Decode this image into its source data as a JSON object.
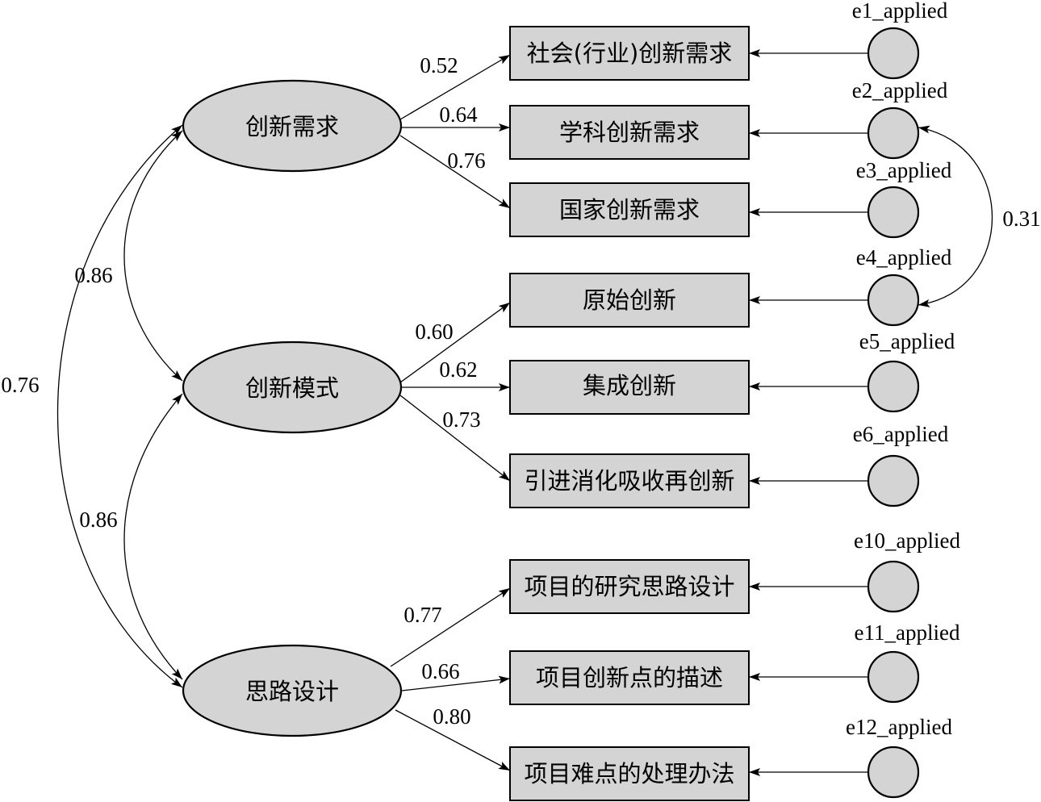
{
  "latents": [
    {
      "id": "L1",
      "label": "创新需求"
    },
    {
      "id": "L2",
      "label": "创新模式"
    },
    {
      "id": "L3",
      "label": "思路设计"
    }
  ],
  "indicators": [
    {
      "label": "社会(行业)创新需求",
      "loading": "0.52",
      "error": "e1_applied"
    },
    {
      "label": "学科创新需求",
      "loading": "0.64",
      "error": "e2_applied"
    },
    {
      "label": "国家创新需求",
      "loading": "0.76",
      "error": "e3_applied"
    },
    {
      "label": "原始创新",
      "loading": "0.60",
      "error": "e4_applied"
    },
    {
      "label": "集成创新",
      "loading": "0.62",
      "error": "e5_applied"
    },
    {
      "label": "引进消化吸收再创新",
      "loading": "0.73",
      "error": "e6_applied"
    },
    {
      "label": "项目的研究思路设计",
      "loading": "0.77",
      "error": "e10_applied"
    },
    {
      "label": "项目创新点的描述",
      "loading": "0.66",
      "error": "e11_applied"
    },
    {
      "label": "项目难点的处理办法",
      "loading": "0.80",
      "error": "e12_applied"
    }
  ],
  "correlations": {
    "L1_L2": "0.86",
    "L2_L3": "0.86",
    "L1_L3": "0.76",
    "e2_e4": "0.31"
  }
}
